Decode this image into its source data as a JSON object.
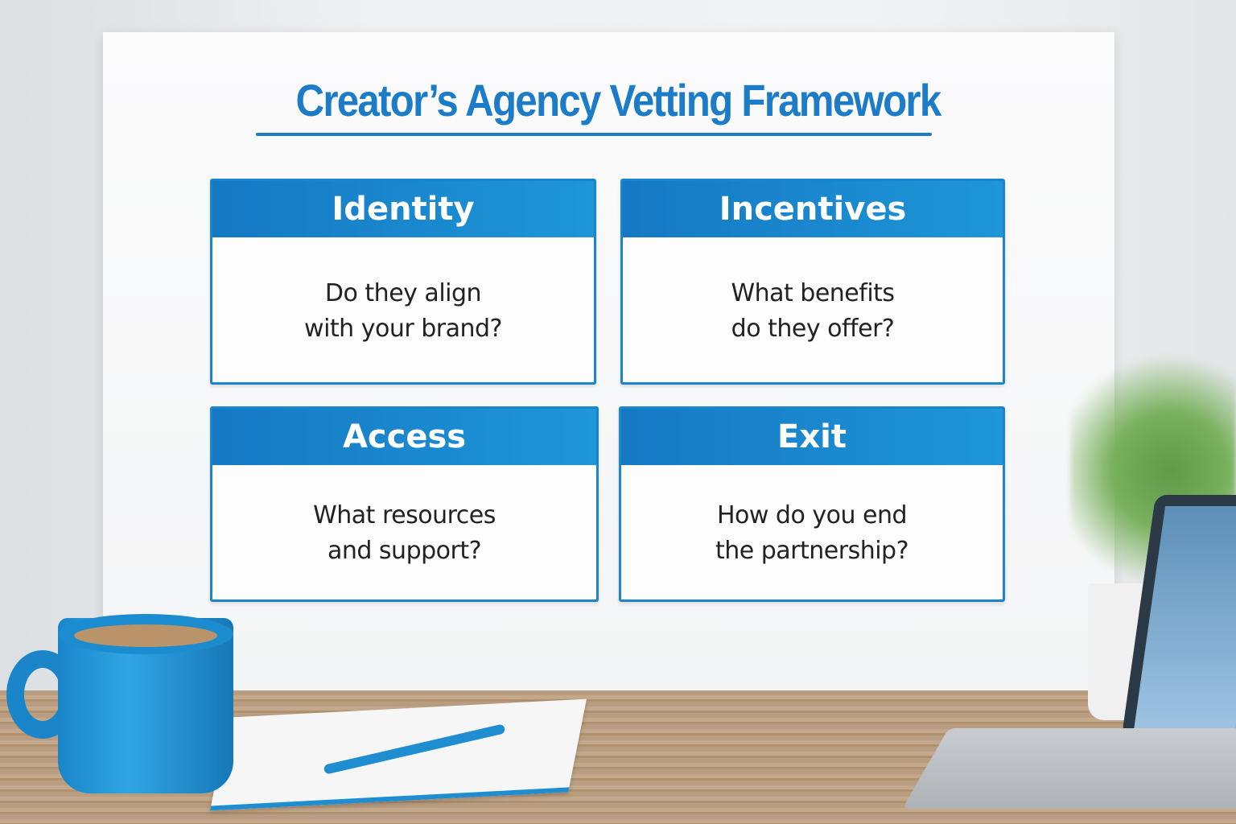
{
  "title": "Creator’s Agency Vetting Framework",
  "cards": [
    {
      "heading": "Identity",
      "question": "Do they align\nwith your brand?"
    },
    {
      "heading": "Incentives",
      "question": "What benefits\ndo they offer?"
    },
    {
      "heading": "Access",
      "question": "What resources\nand support?"
    },
    {
      "heading": "Exit",
      "question": "How do you end\nthe partnership?"
    }
  ],
  "colors": {
    "accent": "#1c7cc7",
    "header": "#1a84cc"
  }
}
